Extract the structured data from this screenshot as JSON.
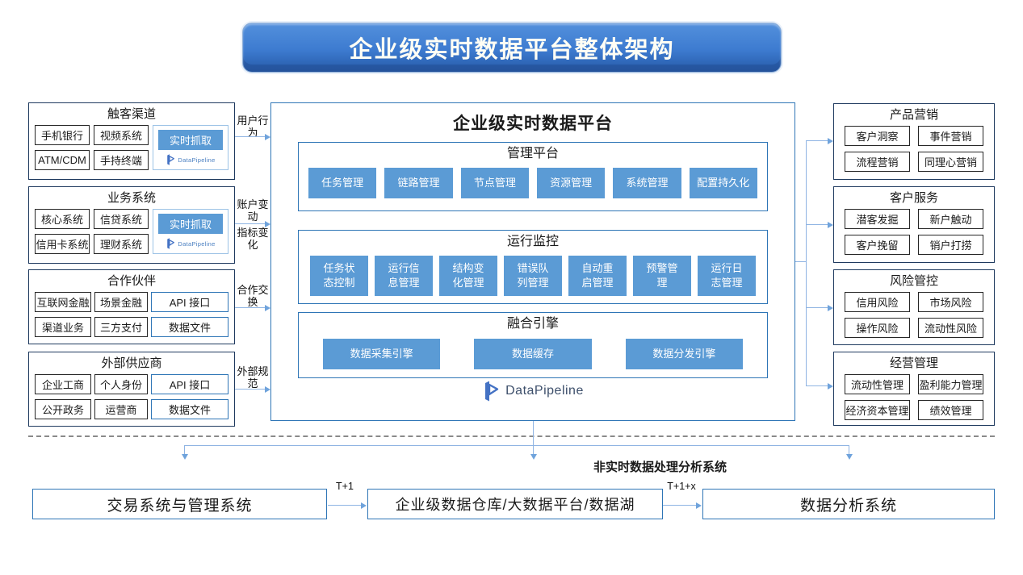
{
  "banner": {
    "title": "企业级实时数据平台整体架构"
  },
  "left_groups": [
    {
      "title": "触客渠道",
      "items": [
        "手机银行",
        "视频系统",
        "ATM/CDM",
        "手持终端"
      ],
      "capture_label": "实时抓取",
      "capture_logo": "DataPipeline",
      "flow_label": "用户行为"
    },
    {
      "title": "业务系统",
      "items": [
        "核心系统",
        "信贷系统",
        "信用卡系统",
        "理财系统"
      ],
      "capture_label": "实时抓取",
      "capture_logo": "DataPipeline",
      "flow_label_top": "账户变动",
      "flow_label_bottom": "指标变化"
    },
    {
      "title": "合作伙伴",
      "items": [
        "互联网金融",
        "场景金融",
        "渠道业务",
        "三方支付"
      ],
      "channels": [
        "API 接口",
        "数据文件"
      ],
      "flow_label": "合作交换"
    },
    {
      "title": "外部供应商",
      "items": [
        "企业工商",
        "个人身份",
        "公开政务",
        "运营商"
      ],
      "channels": [
        "API 接口",
        "数据文件"
      ],
      "flow_label": "外部规范"
    }
  ],
  "platform": {
    "title": "企业级实时数据平台",
    "sections": [
      {
        "title": "管理平台",
        "chips": [
          "任务管理",
          "链路管理",
          "节点管理",
          "资源管理",
          "系统管理",
          "配置持久化"
        ]
      },
      {
        "title": "运行监控",
        "chips": [
          "任务状态控制",
          "运行信息管理",
          "结构变化管理",
          "错误队列管理",
          "自动重启管理",
          "预警管理",
          "运行日志管理"
        ]
      },
      {
        "title": "融合引擎",
        "chips": [
          "数据采集引擎",
          "数据缓存",
          "数据分发引擎"
        ]
      }
    ],
    "logo_text": "DataPipeline"
  },
  "right_groups": [
    {
      "title": "产品营销",
      "items": [
        "客户洞察",
        "事件营销",
        "流程营销",
        "同理心营销"
      ]
    },
    {
      "title": "客户服务",
      "items": [
        "潜客发掘",
        "新户触动",
        "客户挽留",
        "销户打捞"
      ]
    },
    {
      "title": "风险管控",
      "items": [
        "信用风险",
        "市场风险",
        "操作风险",
        "流动性风险"
      ]
    },
    {
      "title": "经营管理",
      "items": [
        "流动性管理",
        "盈利能力管理",
        "经济资本管理",
        "绩效管理"
      ]
    }
  ],
  "bottom": {
    "divider_label": "非实时数据处理分析系统",
    "systems": [
      "交易系统与管理系统",
      "企业级数据仓库/大数据平台/数据湖",
      "数据分析系统"
    ],
    "flow_labels": [
      "T+1",
      "T+1+x"
    ]
  },
  "colors": {
    "banner_blue": "#3d7bd0",
    "chip_blue": "#5b9bd5",
    "section_border_blue": "#2e75b6",
    "group_border_navy": "#1f3a5f",
    "item_border": "#262626",
    "connector_blue": "#6fa3dc",
    "divider_gray": "#8a8a8a",
    "logo_blue": "#4472c4"
  }
}
